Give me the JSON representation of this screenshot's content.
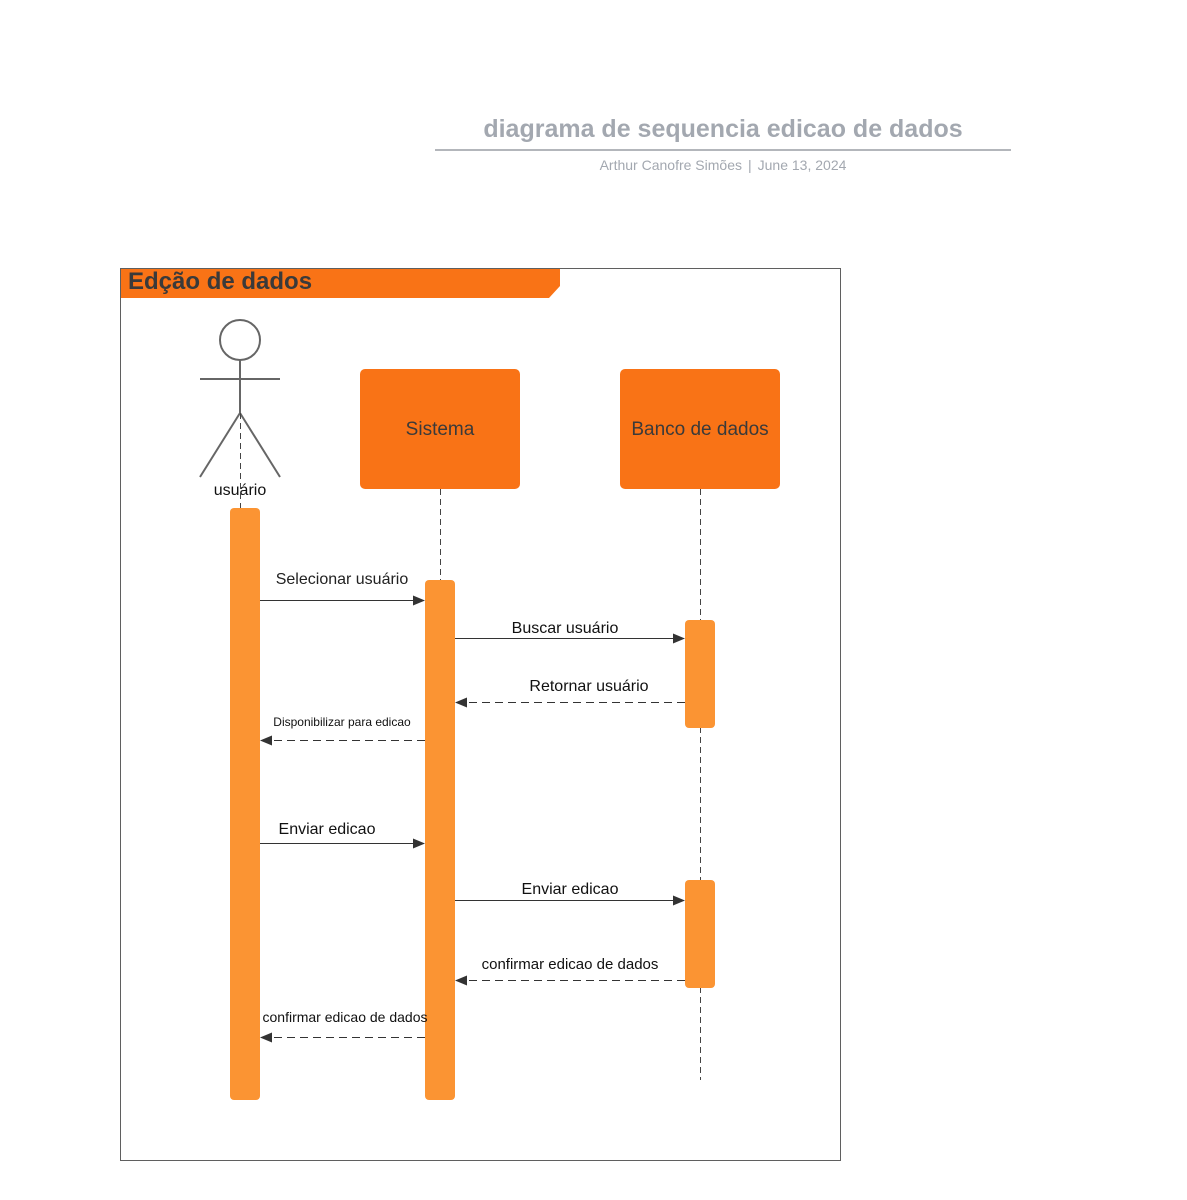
{
  "document": {
    "title": "diagrama de sequencia edicao de dados",
    "author": "Arthur Canofre Simões",
    "date": "June 13, 2024"
  },
  "frame": {
    "label": "Edção de dados",
    "color": "#f97316"
  },
  "actor": {
    "label": "usuário"
  },
  "participants": {
    "sistema": "Sistema",
    "banco": "Banco de dados",
    "color": "#f97316"
  },
  "activation_color": "#fb9433",
  "messages": [
    {
      "label": "Selecionar usuário",
      "type": "sync"
    },
    {
      "label": "Buscar usuário",
      "type": "sync"
    },
    {
      "label": "Retornar usuário",
      "type": "return"
    },
    {
      "label": "Disponibilizar para edicao",
      "type": "return"
    },
    {
      "label": "Enviar edicao",
      "type": "sync"
    },
    {
      "label": "Enviar edicao",
      "type": "sync"
    },
    {
      "label": "confirmar edicao de dados",
      "type": "return"
    },
    {
      "label": "confirmar edicao de dados",
      "type": "return"
    }
  ]
}
